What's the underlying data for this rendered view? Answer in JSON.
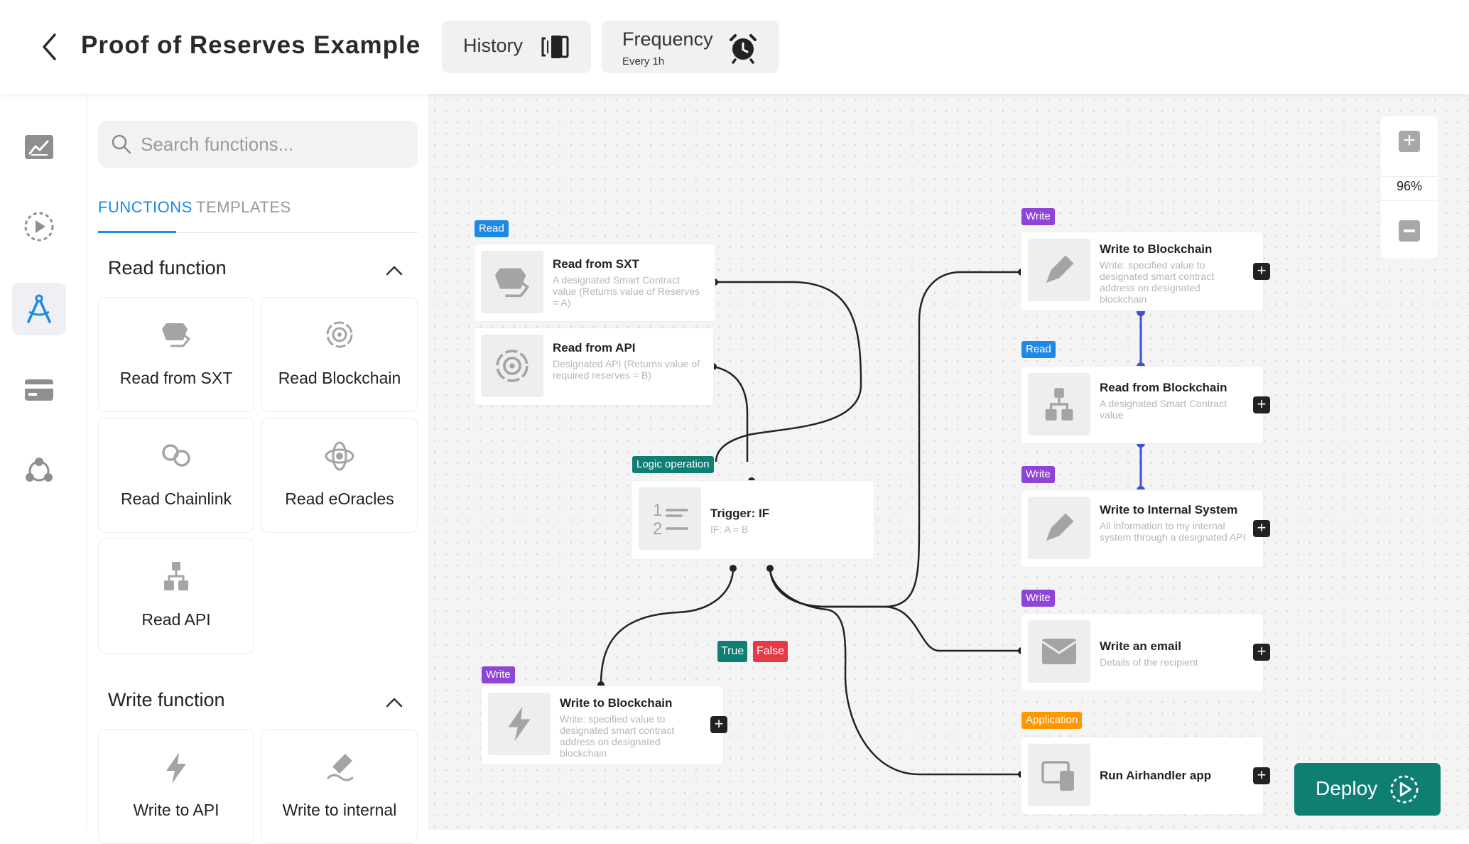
{
  "header": {
    "title": "Proof of Reserves Example",
    "history_label": "History",
    "frequency_label": "Frequency",
    "frequency_value": "Every 1h"
  },
  "sidebar": {
    "search_placeholder": "Search functions...",
    "tabs": [
      "FUNCTIONS",
      "TEMPLATES"
    ],
    "sections": [
      {
        "title": "Read function",
        "items": [
          "Read from SXT",
          "Read Blockchain",
          "Read Chainlink",
          "Read eOracles",
          "Read API"
        ]
      },
      {
        "title": "Write function",
        "items": [
          "Write to API",
          "Write to internal"
        ]
      }
    ]
  },
  "rail": {
    "items": [
      "chart-icon",
      "play-circle-icon",
      "compass-icon",
      "card-icon",
      "network-icon"
    ],
    "active_index": 2
  },
  "canvas": {
    "zoom": "96%",
    "nodes": {
      "read_sxt": {
        "tag": "Read",
        "title": "Read from SXT",
        "desc": "A designated Smart Contract value (Returns value of Reserves = A)"
      },
      "read_api": {
        "title": "Read from API",
        "desc": "Designated API (Returns value of required reserves =  B)"
      },
      "trigger": {
        "tag": "Logic operation",
        "title": "Trigger: IF",
        "desc": "IF: A = B",
        "true_label": "True",
        "false_label": "False"
      },
      "write_bc_left": {
        "tag": "Write",
        "title": "Write to Blockchain",
        "desc": "Write: specified value to designated smart contract address on designated blockchain"
      },
      "write_bc_right": {
        "tag": "Write",
        "title": "Write to Blockchain",
        "desc": "Write: specified value to designated smart contract address on designated blockchain"
      },
      "read_bc": {
        "tag": "Read",
        "title": "Read from Blockchain",
        "desc": "A designated Smart Contract value"
      },
      "write_internal": {
        "tag": "Write",
        "title": "Write to Internal System",
        "desc": "All information to my internal system through a designated API"
      },
      "write_email": {
        "tag": "Write",
        "title": "Write an email",
        "desc": "Details of the recipient"
      },
      "run_app": {
        "tag": "Application",
        "title": "Run Airhandler app"
      }
    },
    "deploy_label": "Deploy"
  },
  "colors": {
    "read_tag": "#1e88e5",
    "write_tag": "#8e44d6",
    "logic_tag": "#0f7f73",
    "application_tag": "#ff9800",
    "true_tag": "#0f7f73",
    "false_tag": "#e53946",
    "accent": "#1e88e5",
    "deploy": "#0f7f73"
  }
}
